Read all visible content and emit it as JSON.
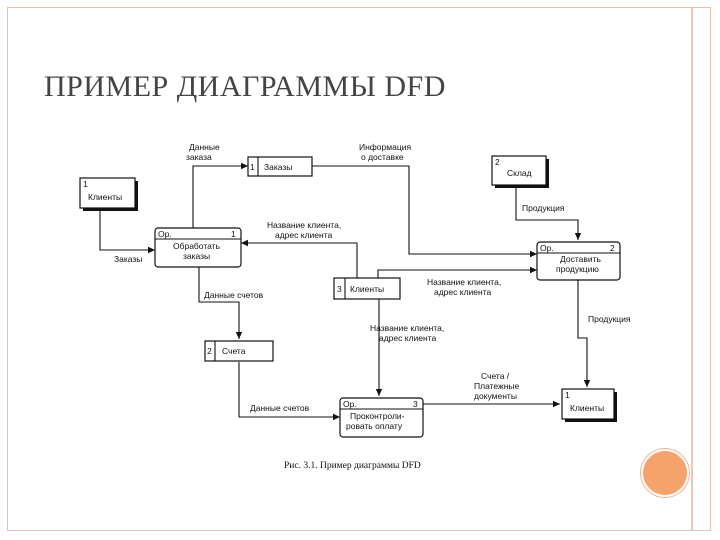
{
  "title": "ПРИМЕР ДИАГРАММЫ DFD",
  "caption": "Рис. 3.1. Пример диаграммы DFD",
  "nodes": {
    "orders_store": {
      "id": "1",
      "label": "Заказы"
    },
    "clients_ext_top": {
      "id": "1",
      "label": "Клиенты"
    },
    "process_orders": {
      "tag": "Ор.",
      "id": "1",
      "label_line1": "Обработать",
      "label_line2": "заказы"
    },
    "warehouse": {
      "id": "2",
      "label": "Склад"
    },
    "deliver_products": {
      "tag": "Ор.",
      "id": "2",
      "label_line1": "Доставить",
      "label_line2": "продукцию"
    },
    "clients_store": {
      "id": "3",
      "label": "Клиенты"
    },
    "invoices_store": {
      "id": "2",
      "label": "Счета"
    },
    "check_payment": {
      "tag": "Ор.",
      "id": "3",
      "label_line1": "Проконтроли-",
      "label_line2": "ровать оплату"
    },
    "clients_ext_bottom": {
      "id": "1",
      "label": "Клиенты"
    }
  },
  "flows": {
    "order_data_1": "Данные",
    "order_data_2": "заказа",
    "delivery_info_1": "Информация",
    "delivery_info_2": "о доставке",
    "client_name_1a": "Название клиента,",
    "client_name_1b": "адрес клиента",
    "orders": "Заказы",
    "products_1": "Продукция",
    "client_name_2a": "Название клиента,",
    "client_name_2b": "адрес клиента",
    "invoice_data_1": "Данные счетов",
    "products_2": "Продукция",
    "client_name_3a": "Название клиента,",
    "client_name_3b": "адрес клиента",
    "invoices_docs_1": "Счета /",
    "invoices_docs_2": "Платежные",
    "invoices_docs_3": "документы",
    "invoice_data_2": "Данные счетов"
  }
}
